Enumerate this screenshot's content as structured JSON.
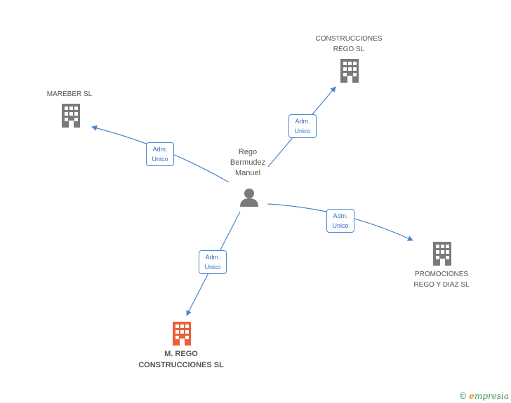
{
  "center": {
    "name_lines": [
      "Rego",
      "Bermudez",
      "Manuel"
    ]
  },
  "companies": [
    {
      "id": "construcciones-rego",
      "lines": [
        "CONSTRUCCIONES",
        "REGO SL"
      ],
      "highlight": false
    },
    {
      "id": "mareber",
      "lines": [
        "MAREBER SL"
      ],
      "highlight": false
    },
    {
      "id": "promociones-rego-diaz",
      "lines": [
        "PROMOCIONES",
        "REGO Y DIAZ SL"
      ],
      "highlight": false
    },
    {
      "id": "m-rego-construcciones",
      "lines": [
        "M. REGO",
        "CONSTRUCCIONES SL"
      ],
      "highlight": true
    }
  ],
  "edges": [
    {
      "to": "construcciones-rego",
      "label": "Adm.\nUnico"
    },
    {
      "to": "mareber",
      "label": "Adm.\nUnico"
    },
    {
      "to": "promociones-rego-diaz",
      "label": "Adm.\nUnico"
    },
    {
      "to": "m-rego-construcciones",
      "label": "Adm.\nUnico"
    }
  ],
  "colors": {
    "edge": "#4a86d0",
    "building": "#7a7a7a",
    "building_highlight": "#e8603c",
    "person": "#7a7a7a"
  },
  "footer": {
    "copyright": "©",
    "brand_initial": "e",
    "brand_rest": "mpresia"
  }
}
